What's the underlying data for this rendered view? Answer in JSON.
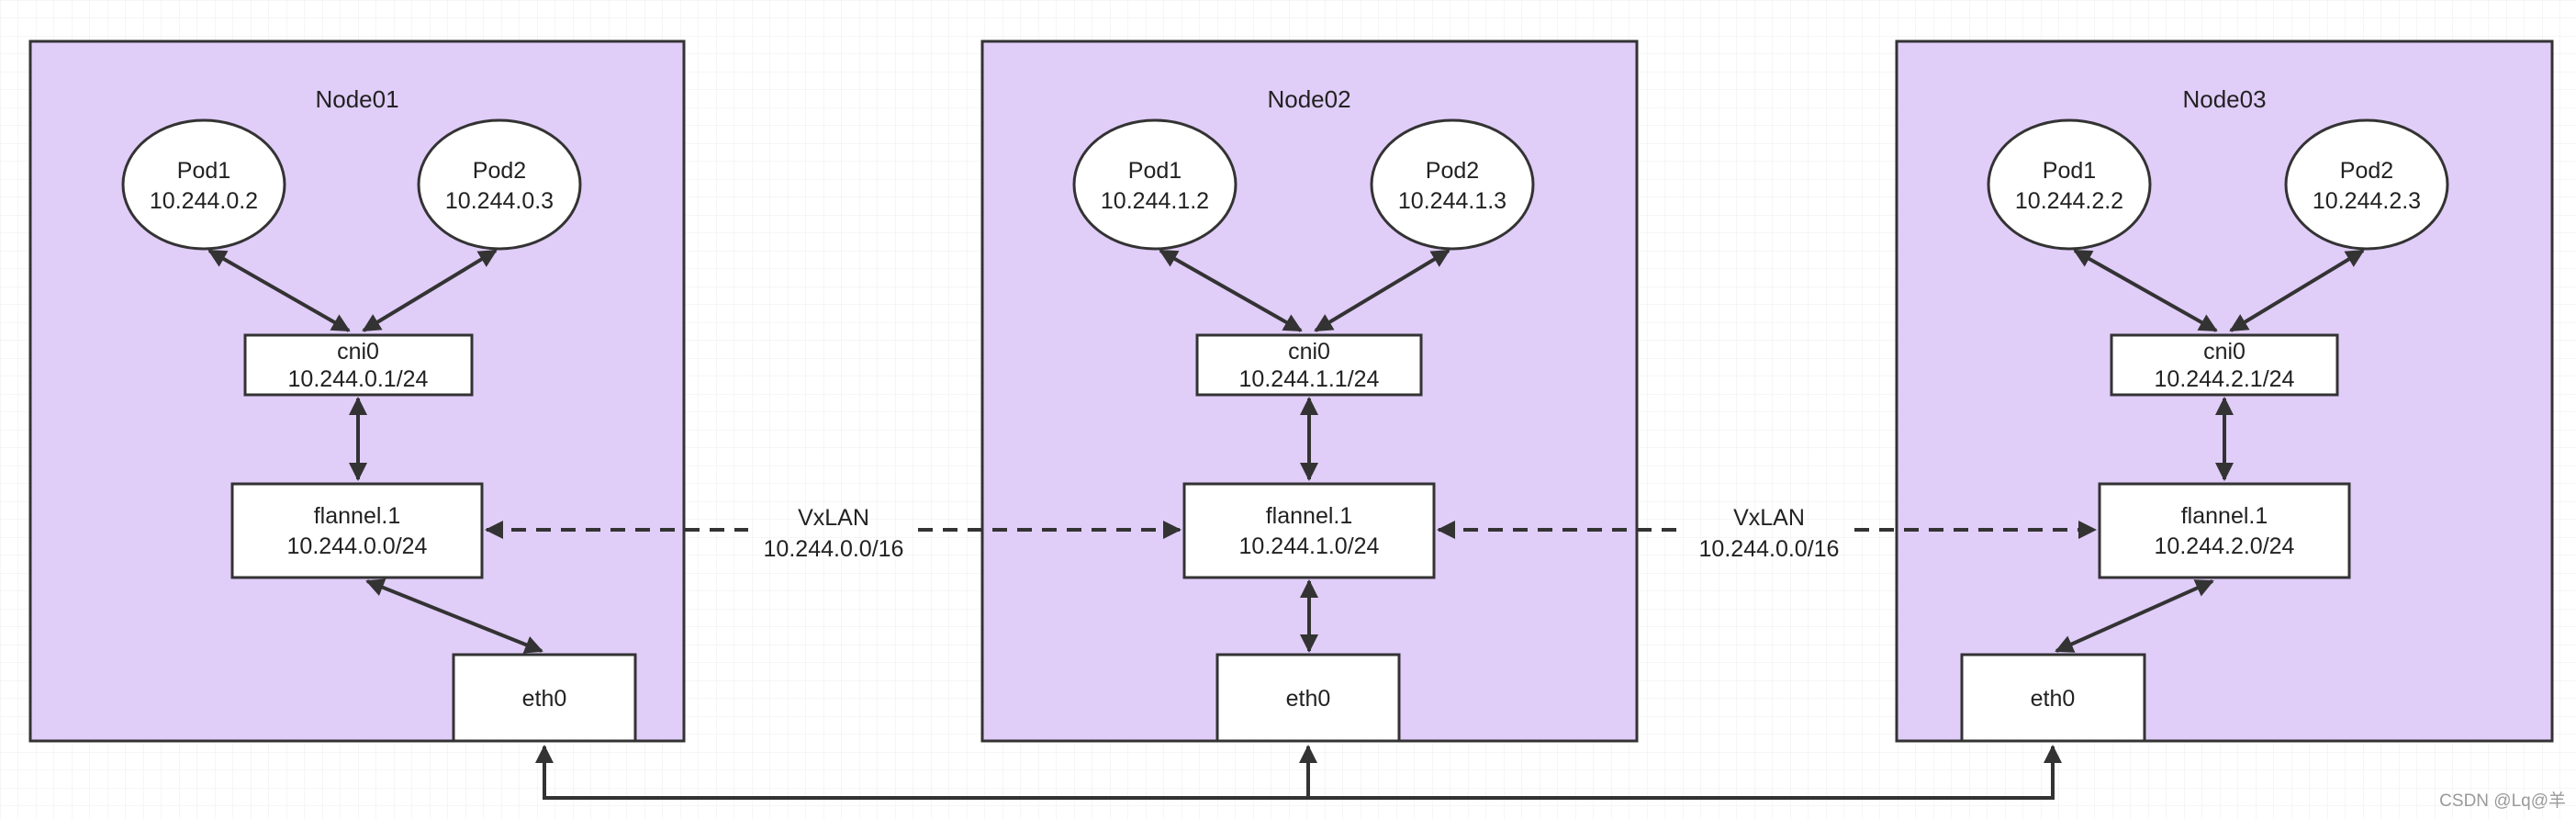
{
  "nodes": [
    {
      "title": "Node01",
      "pods": [
        {
          "name": "Pod1",
          "ip": "10.244.0.2"
        },
        {
          "name": "Pod2",
          "ip": "10.244.0.3"
        }
      ],
      "cni0": {
        "name": "cni0",
        "cidr": "10.244.0.1/24"
      },
      "flannel": {
        "name": "flannel.1",
        "cidr": "10.244.0.0/24"
      },
      "eth0": {
        "name": "eth0"
      }
    },
    {
      "title": "Node02",
      "pods": [
        {
          "name": "Pod1",
          "ip": "10.244.1.2"
        },
        {
          "name": "Pod2",
          "ip": "10.244.1.3"
        }
      ],
      "cni0": {
        "name": "cni0",
        "cidr": "10.244.1.1/24"
      },
      "flannel": {
        "name": "flannel.1",
        "cidr": "10.244.1.0/24"
      },
      "eth0": {
        "name": "eth0"
      }
    },
    {
      "title": "Node03",
      "pods": [
        {
          "name": "Pod1",
          "ip": "10.244.2.2"
        },
        {
          "name": "Pod2",
          "ip": "10.244.2.3"
        }
      ],
      "cni0": {
        "name": "cni0",
        "cidr": "10.244.2.1/24"
      },
      "flannel": {
        "name": "flannel.1",
        "cidr": "10.244.2.0/24"
      },
      "eth0": {
        "name": "eth0"
      }
    }
  ],
  "tunnels": [
    {
      "label": "VxLAN",
      "cidr": "10.244.0.0/16"
    },
    {
      "label": "VxLAN",
      "cidr": "10.244.0.0/16"
    }
  ],
  "watermark": "CSDN @Lq@羊",
  "colors": {
    "node_fill": "#e0cdf8",
    "stroke": "#333333",
    "box_fill": "#ffffff",
    "grid": "#ececec"
  }
}
